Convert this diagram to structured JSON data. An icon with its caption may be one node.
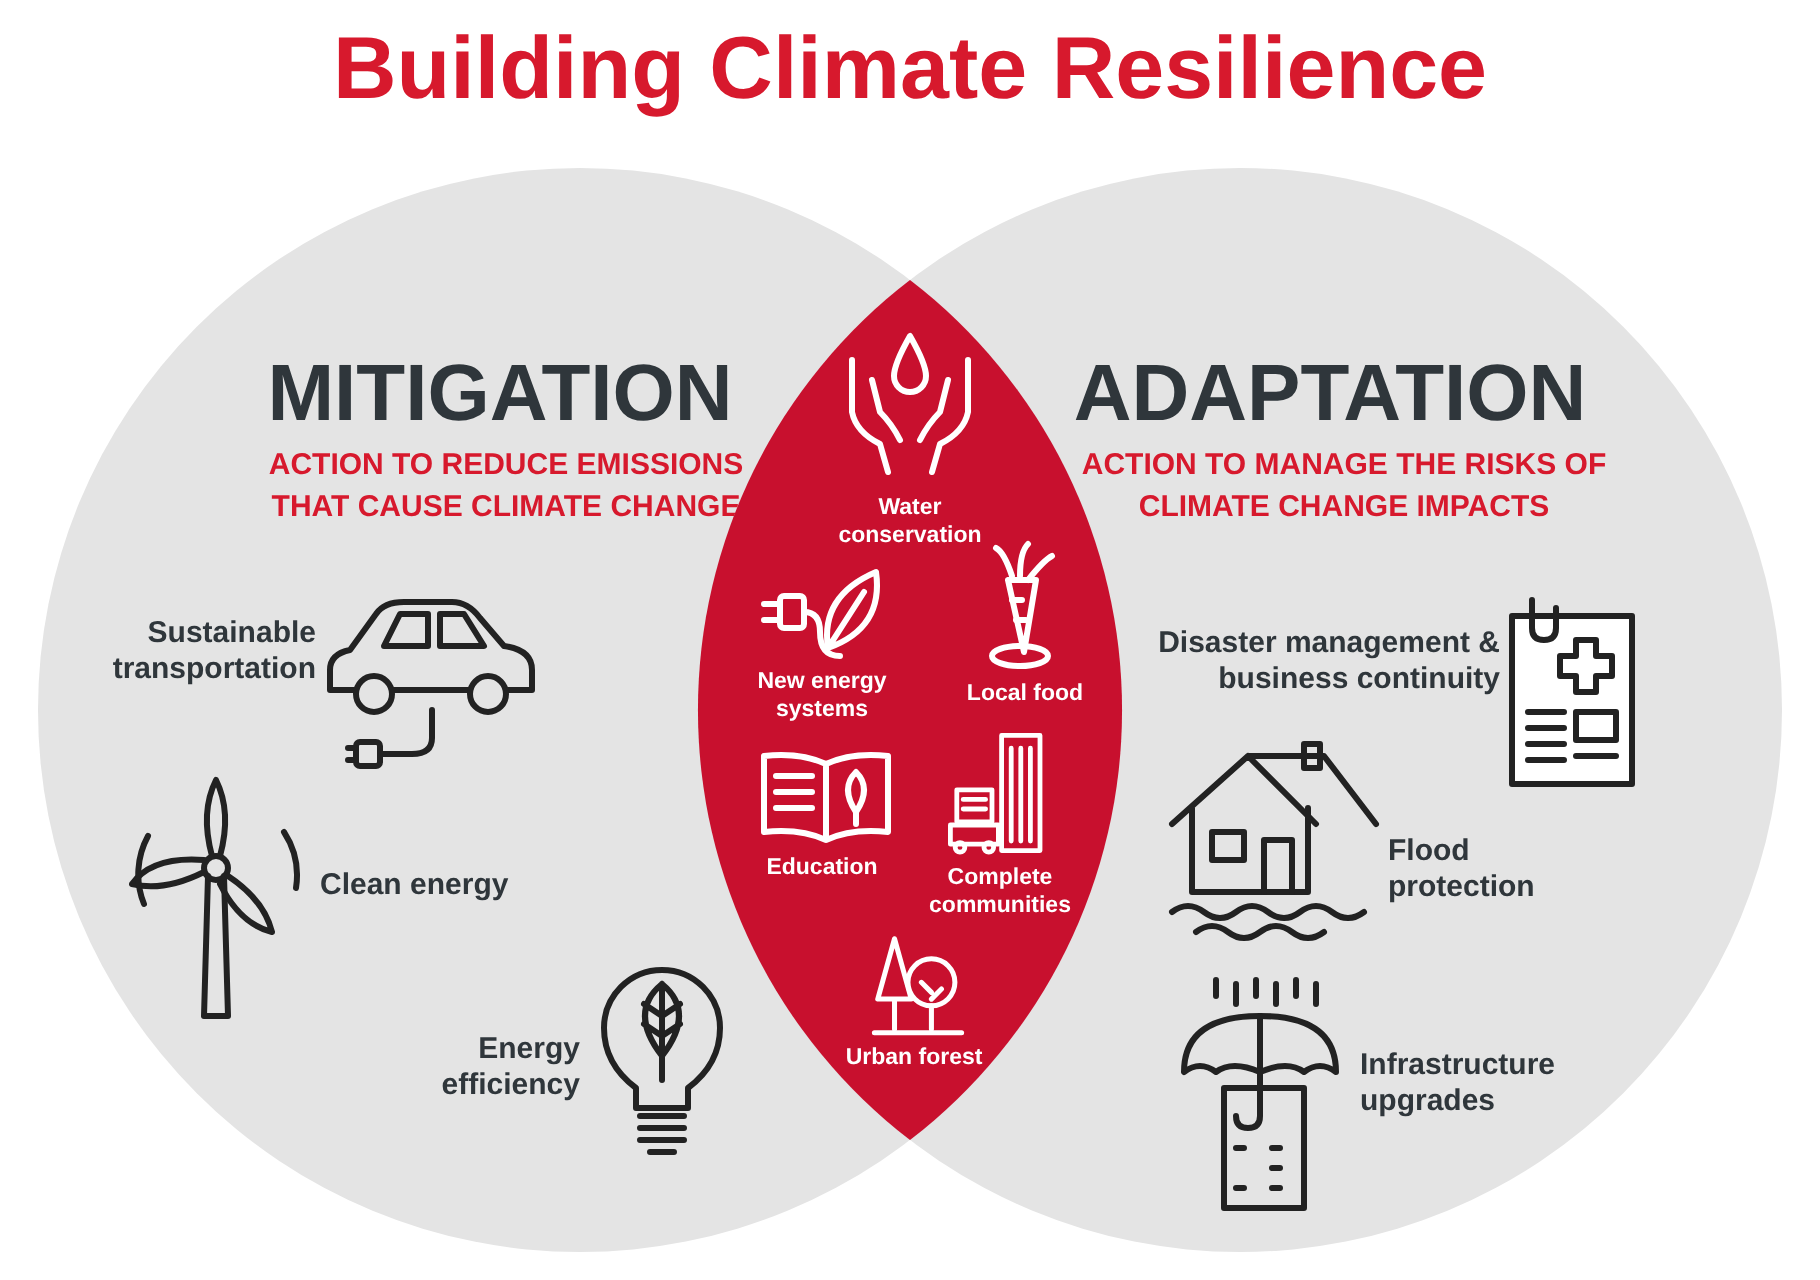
{
  "diagram": {
    "title": "Building Climate Resilience",
    "nodes": [
      {
        "text": [
          "MITIGATION",
          "ACTION TO REDUCE EMISSIONS THAT CAUSE CLIMATE CHANGE"
        ]
      },
      {
        "text": [
          "ADAPTATION",
          "ACTION TO MANAGE THE RISKS OF CLIMATE CHANGE IMPACTS"
        ]
      },
      {
        "text": [],
        "shape": "lens"
      },
      {
        "text": [
          "Sustainable transportation"
        ],
        "in": 0
      },
      {
        "text": [
          "Clean energy"
        ],
        "in": 0
      },
      {
        "text": [
          "Energy efficiency"
        ],
        "in": 0
      },
      {
        "text": [
          "Water conservation"
        ],
        "in": 2
      },
      {
        "text": [
          "New energy systems"
        ],
        "in": 2
      },
      {
        "text": [
          "Local food"
        ],
        "in": 2
      },
      {
        "text": [
          "Education"
        ],
        "in": 2
      },
      {
        "text": [
          "Complete communities"
        ],
        "in": 2
      },
      {
        "text": [
          "Urban forest"
        ],
        "in": 2
      },
      {
        "text": [
          "Disaster management & business continuity"
        ],
        "in": 1
      },
      {
        "text": [
          "Flood protection"
        ],
        "in": 1
      },
      {
        "text": [
          "Infrastructure upgrades"
        ],
        "in": 1
      }
    ],
    "edges": []
  }
}
